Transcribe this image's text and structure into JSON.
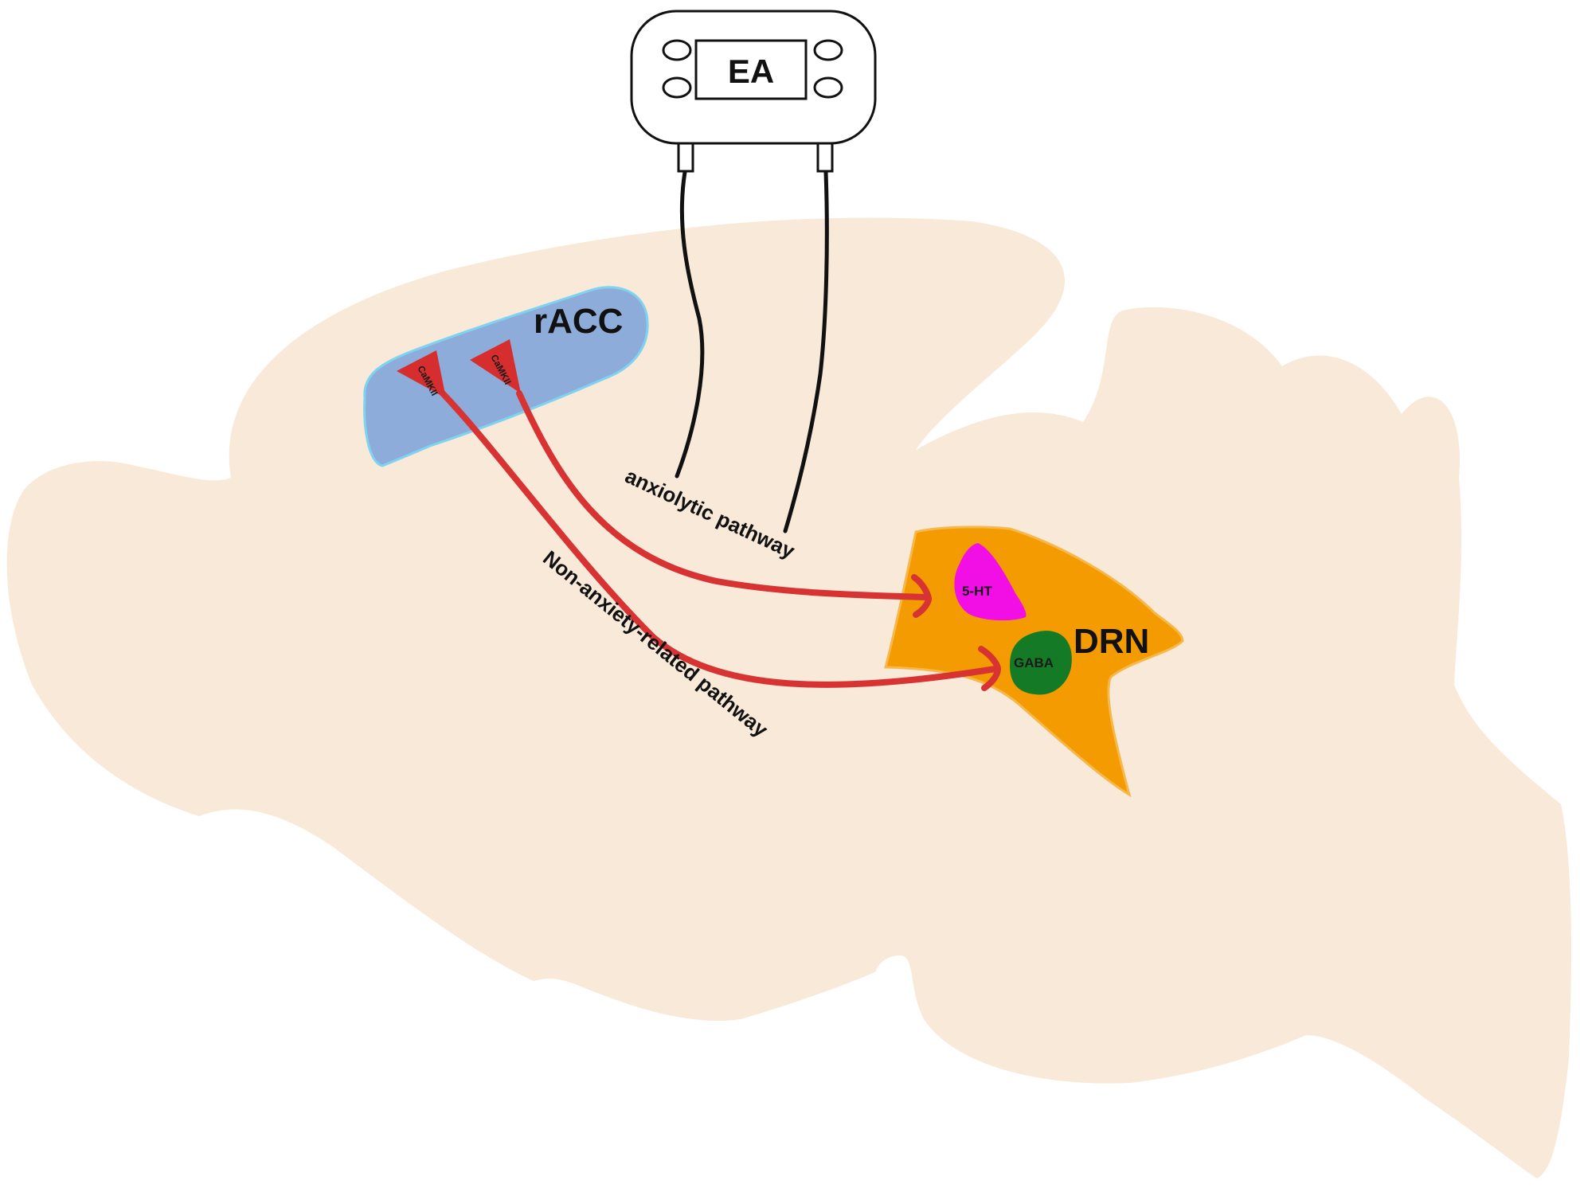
{
  "device": {
    "label": "EA"
  },
  "regions": {
    "racc": {
      "label": "rACC"
    },
    "drn": {
      "label": "DRN"
    }
  },
  "neurons": {
    "camkii_1": {
      "label": "CaMKII"
    },
    "camkii_2": {
      "label": "CaMKII"
    },
    "serotonin": {
      "label": "5-HT"
    },
    "gaba": {
      "label": "GABA"
    }
  },
  "pathways": {
    "anxiolytic": {
      "label": "anxiolytic pathway"
    },
    "non_anxiety": {
      "label": "Non-anxiety-related pathway"
    }
  },
  "colors": {
    "brain": "#f9e9d9",
    "racc_fill": "#8eacd9",
    "racc_stroke": "#7fd3f0",
    "drn_fill": "#f39b00",
    "drn_stroke": "#f6b84a",
    "camkii": "#d62e2e",
    "pathway": "#d83333",
    "serotonin": "#f20fe6",
    "gaba": "#157a25",
    "device_stroke": "#111111",
    "wire": "#111111"
  }
}
